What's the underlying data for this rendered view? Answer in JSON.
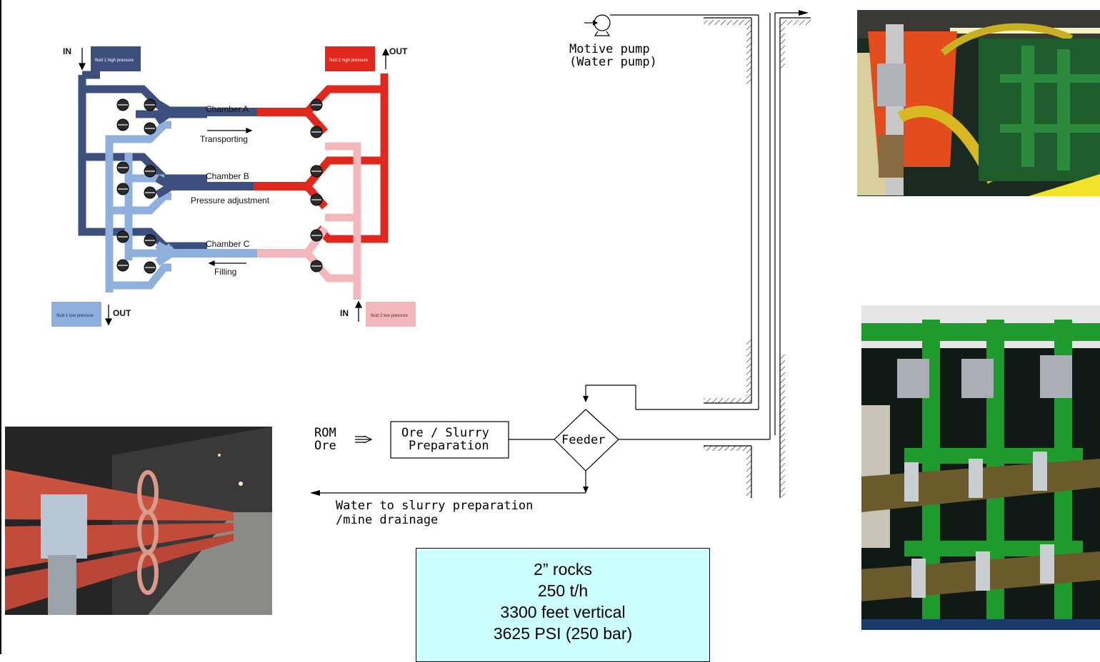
{
  "chamber_diagram": {
    "in_top": "IN",
    "out_top": "OUT",
    "out_bottom": "OUT",
    "in_bottom": "IN",
    "chamber_a": "Chamber A",
    "chamber_b": "Chamber B",
    "chamber_c": "Chamber C",
    "transporting": "Transporting",
    "pressure_adjustment": "Pressure adjustment",
    "filling": "Filling",
    "fluid1_high": "fluid 1 high pressure",
    "fluid2_high": "fluid 2 high pressure",
    "fluid1_low": "fluid 1 low pressure",
    "fluid2_low": "fluid 2 low pressure",
    "colors": {
      "dark_blue": "#3d4f7c",
      "light_blue": "#8fb0dc",
      "red": "#e0281e",
      "pink": "#f2b8bc"
    }
  },
  "flow": {
    "pump_line1": "Motive pump",
    "pump_line2": "(Water pump)",
    "rom_line1": "ROM",
    "rom_line2": "Ore",
    "prep_line1": "Ore / Slurry",
    "prep_line2": "Preparation",
    "feeder": "Feeder",
    "water_line1": "Water to slurry preparation",
    "water_line2": "/mine drainage"
  },
  "specs": [
    "2” rocks",
    "250 t/h",
    "3300 feet vertical",
    "3625 PSI (250 bar)"
  ]
}
